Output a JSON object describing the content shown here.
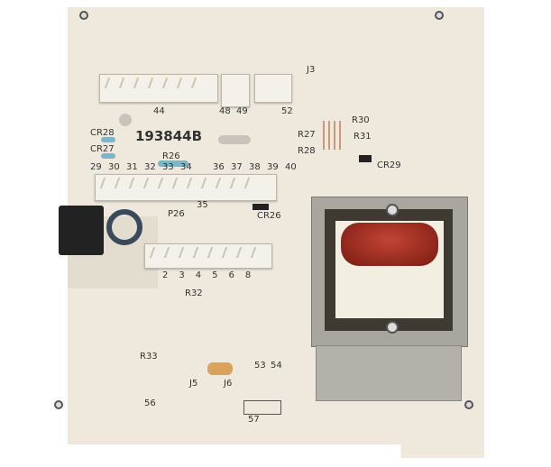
{
  "board": {
    "part_number": "193844B",
    "labels": {
      "j3": "J3",
      "j5": "J5",
      "j6": "J6",
      "r26": "R26",
      "r27": "R27",
      "r28": "R28",
      "r30": "R30",
      "r31": "R31",
      "r32": "R32",
      "r33": "R33",
      "cr26": "CR26",
      "cr27": "CR27",
      "cr28": "CR28",
      "cr29": "CR29",
      "p26": "P26"
    },
    "pin_numbers": {
      "p44": "44",
      "p48": "48",
      "p49": "49",
      "p52": "52",
      "row": [
        "29",
        "30",
        "31",
        "32",
        "33",
        "34",
        "36",
        "37",
        "38",
        "39",
        "40"
      ],
      "p35": "35",
      "lower": [
        "2",
        "3",
        "4",
        "5",
        "6",
        "8"
      ],
      "p53": "53",
      "p54": "54",
      "p56": "56",
      "p57": "57"
    }
  }
}
